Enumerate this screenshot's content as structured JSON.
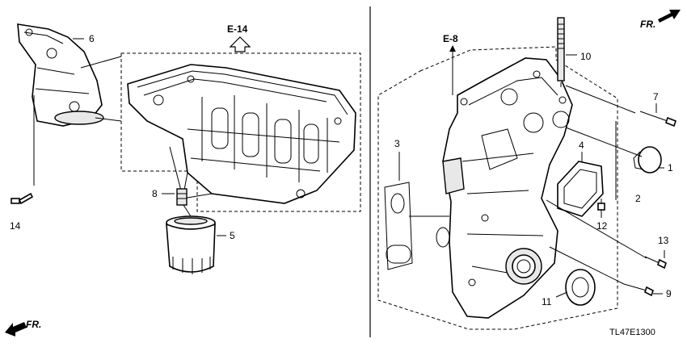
{
  "diagram": {
    "divider": true,
    "left_group": {
      "reference": "E-14",
      "callouts": [
        "6",
        "8",
        "5",
        "14"
      ],
      "direction_label": "FR."
    },
    "right_group": {
      "reference": "E-8",
      "callouts": [
        "10",
        "7",
        "1",
        "3",
        "4",
        "2",
        "12",
        "13",
        "9",
        "11"
      ],
      "direction_label": "FR."
    },
    "drawing_code": "TL47E1300"
  }
}
